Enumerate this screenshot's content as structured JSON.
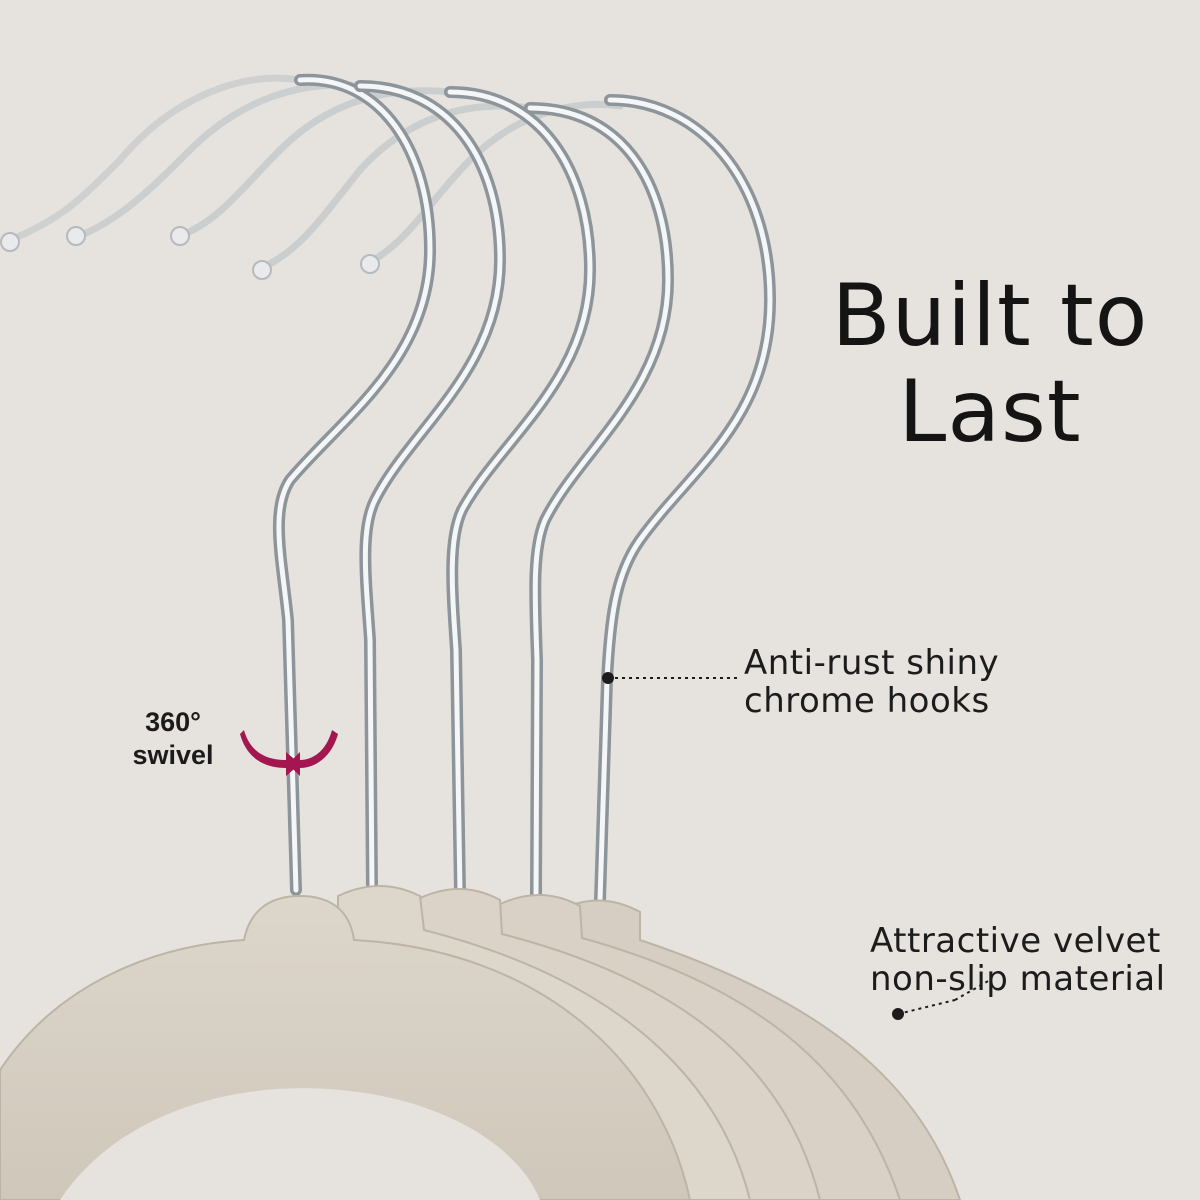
{
  "headline": {
    "line1": "Built to",
    "line2": "Last"
  },
  "swivel": {
    "line1": "360°",
    "line2": "swivel",
    "arrow_color": "#a3164f"
  },
  "chrome_callout": {
    "line1": "Anti-rust shiny",
    "line2": "chrome hooks"
  },
  "velvet_callout": {
    "line1": "Attractive velvet",
    "line2": "non-slip material"
  },
  "colors": {
    "background": "#e6e3df",
    "velvet": "#d9d2c6",
    "chrome": "#c9cdd1",
    "text": "#141414"
  }
}
